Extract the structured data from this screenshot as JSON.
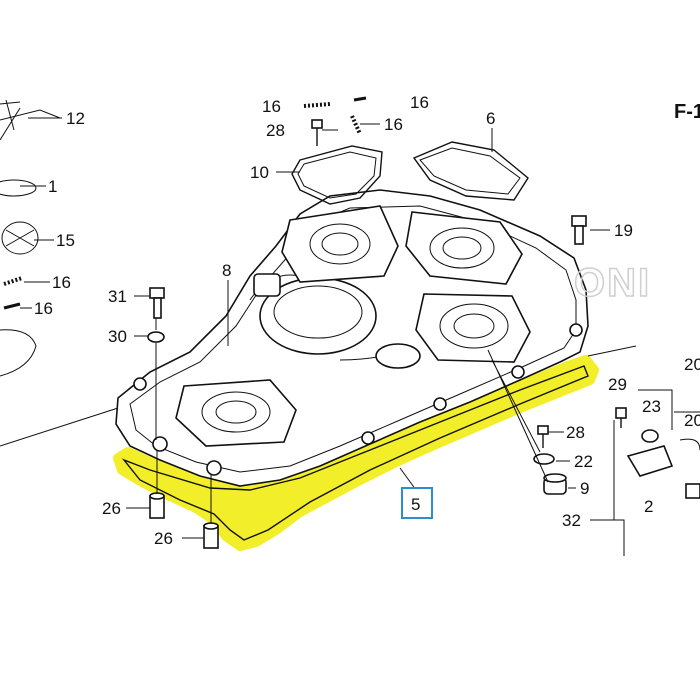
{
  "header": {
    "page_code": "F-1"
  },
  "callouts": {
    "c12": "12",
    "c1": "1",
    "c15": "15",
    "c16a": "16",
    "c16b": "16",
    "c16c": "16",
    "c16d": "16",
    "c16e": "16",
    "c28a": "28",
    "c10": "10",
    "c6": "6",
    "c19": "19",
    "c8": "8",
    "c31": "31",
    "c30": "30",
    "c29": "29",
    "c23": "23",
    "c20a": "20",
    "c20b": "20",
    "c28b": "28",
    "c22": "22",
    "c9": "9",
    "c5": "5",
    "c2": "2",
    "c26a": "26",
    "c26b": "26",
    "c32": "32"
  },
  "brand": {
    "watermark": "HONDA"
  },
  "highlight": {
    "color": "#f2ee2a",
    "part_number": "5",
    "box_color": "#2a8fcf"
  }
}
